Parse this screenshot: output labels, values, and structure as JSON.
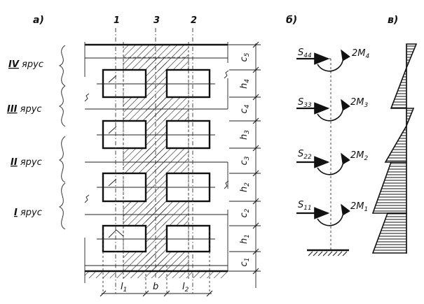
{
  "panels": {
    "a": "а)",
    "b": "б)",
    "c": "в)"
  },
  "tiers": [
    {
      "numeral": "IV",
      "word": "ярус"
    },
    {
      "numeral": "III",
      "word": "ярус"
    },
    {
      "numeral": "II",
      "word": "ярус"
    },
    {
      "numeral": "I",
      "word": "ярус"
    }
  ],
  "axes": [
    "1",
    "3",
    "2"
  ],
  "vertical_dims": [
    {
      "base": "c",
      "sub": "5"
    },
    {
      "base": "h",
      "sub": "4"
    },
    {
      "base": "c",
      "sub": "4"
    },
    {
      "base": "h",
      "sub": "3"
    },
    {
      "base": "c",
      "sub": "3"
    },
    {
      "base": "h",
      "sub": "2"
    },
    {
      "base": "c",
      "sub": "2"
    },
    {
      "base": "h",
      "sub": "1"
    },
    {
      "base": "c",
      "sub": "1"
    }
  ],
  "horizontal_dims": [
    {
      "base": "l",
      "sub": "1"
    },
    {
      "base": "b",
      "sub": ""
    },
    {
      "base": "l",
      "sub": "2"
    }
  ],
  "loads": [
    {
      "force": "S",
      "force_sub": "44",
      "moment": "2M",
      "moment_sub": "4"
    },
    {
      "force": "S",
      "force_sub": "33",
      "moment": "2M",
      "moment_sub": "3"
    },
    {
      "force": "S",
      "force_sub": "22",
      "moment": "2M",
      "moment_sub": "2"
    },
    {
      "force": "S",
      "force_sub": "11",
      "moment": "2M",
      "moment_sub": "1"
    }
  ],
  "colors": {
    "ink": "#111111",
    "paper": "#ffffff"
  }
}
